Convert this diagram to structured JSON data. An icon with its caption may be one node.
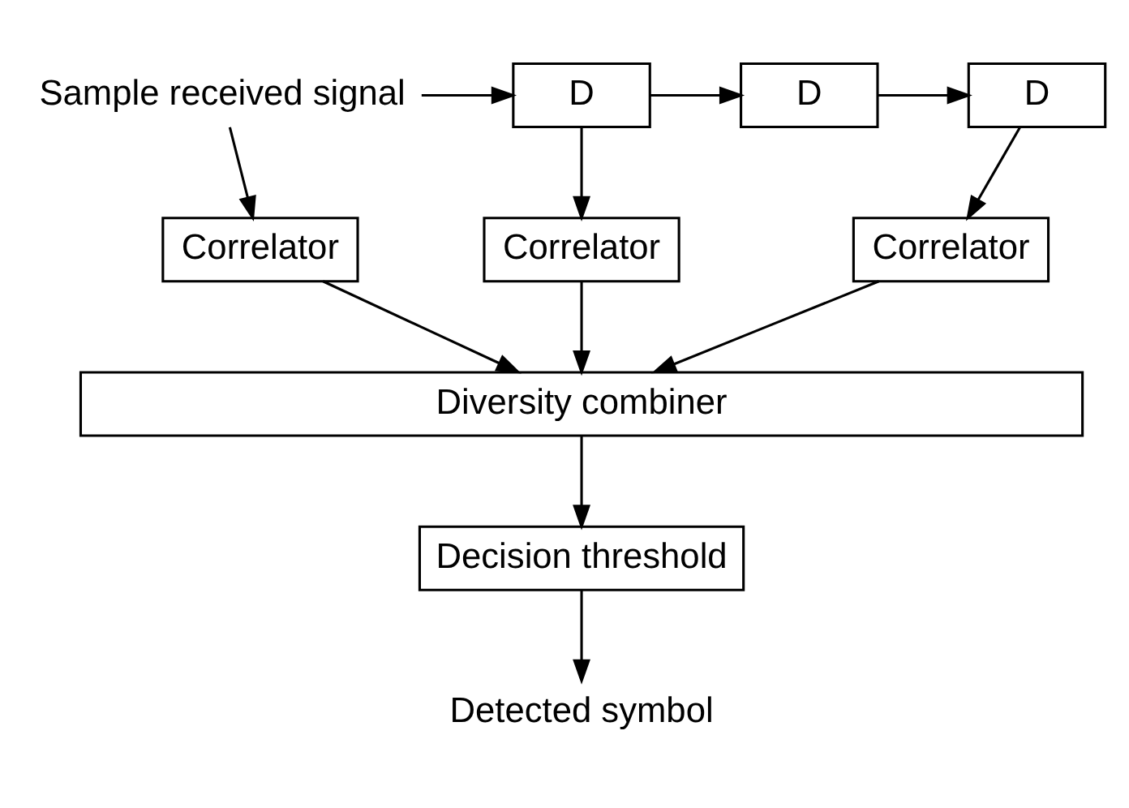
{
  "diagram": {
    "nodes": [
      {
        "text": [
          "Sample received signal"
        ]
      },
      {
        "text": [
          "D"
        ]
      },
      {
        "text": [
          "D"
        ]
      },
      {
        "text": [
          "D"
        ]
      },
      {
        "text": [
          "Correlator"
        ]
      },
      {
        "text": [
          "Correlator"
        ]
      },
      {
        "text": [
          "Correlator"
        ]
      },
      {
        "text": [
          "Diversity combiner"
        ]
      },
      {
        "text": [
          "Decision threshold"
        ]
      },
      {
        "text": [
          "Detected symbol"
        ]
      }
    ],
    "edges": [
      {
        "from": 0,
        "to": 1,
        "arrow": "to"
      },
      {
        "from": 0,
        "to": 4,
        "arrow": "to"
      },
      {
        "from": 1,
        "to": 2,
        "arrow": "to"
      },
      {
        "from": 1,
        "to": 5,
        "arrow": "to"
      },
      {
        "from": 2,
        "to": 3,
        "arrow": "to"
      },
      {
        "from": 3,
        "to": 6,
        "arrow": "to"
      },
      {
        "from": 4,
        "to": 7,
        "arrow": "to"
      },
      {
        "from": 5,
        "to": 7,
        "arrow": "to"
      },
      {
        "from": 6,
        "to": 7,
        "arrow": "to"
      },
      {
        "from": 7,
        "to": 8,
        "arrow": "to"
      },
      {
        "from": 8,
        "to": 9,
        "arrow": "to"
      }
    ]
  }
}
